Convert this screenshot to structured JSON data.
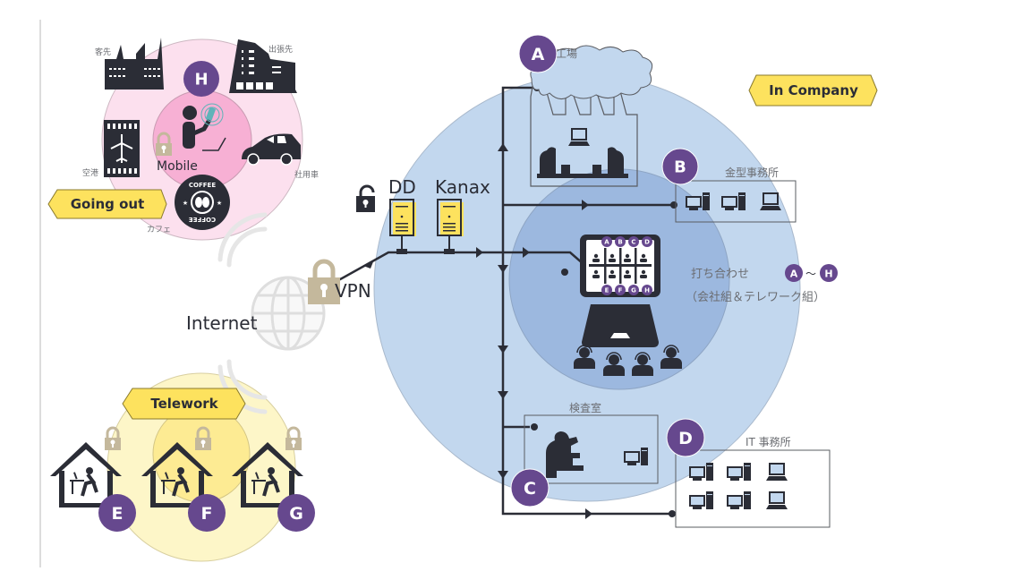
{
  "colors": {
    "badge": "#66488e",
    "dark": "#2b2d36",
    "tag": "#fde25e",
    "company_outer": "#c2d7ee",
    "company_inner": "#9cb8df",
    "mobile_outer": "#fce0ee",
    "mobile_inner": "#f7b0d4",
    "telework_outer": "#fdf6c8",
    "telework_inner": "#fdeb93",
    "lock_tan": "#c4b89c",
    "server_yellow": "#fde25e"
  },
  "zones": {
    "going_out": {
      "tag": "Going out",
      "center_label": "Mobile",
      "badge": "H",
      "places": {
        "client": "客先",
        "business_trip": "出張先",
        "airport": "空港",
        "company_car": "社用車",
        "cafe": "カフェ"
      },
      "coffee_text": "COFFEE"
    },
    "telework": {
      "tag": "Telework",
      "badges": [
        "E",
        "F",
        "G"
      ]
    },
    "in_company": {
      "tag": "In Company"
    }
  },
  "network": {
    "internet": "Internet",
    "vpn": "VPN",
    "servers": [
      {
        "label": "DD"
      },
      {
        "label": "Kanax"
      }
    ]
  },
  "sites": {
    "factory": {
      "badge": "A",
      "label": "工場"
    },
    "mold_office": {
      "badge": "B",
      "label": "金型事務所"
    },
    "inspection": {
      "badge": "C",
      "label": "検査室"
    },
    "it_office": {
      "badge": "D",
      "label": "IT 事務所"
    }
  },
  "meeting": {
    "title": "打ち合わせ",
    "range_from": "A",
    "range_sep": "～",
    "range_to": "H",
    "subtitle": "（会社組＆テレワーク組）",
    "screen_badges_top": [
      "A",
      "B",
      "C",
      "D"
    ],
    "screen_badges_bottom": [
      "E",
      "F",
      "G",
      "H"
    ]
  }
}
